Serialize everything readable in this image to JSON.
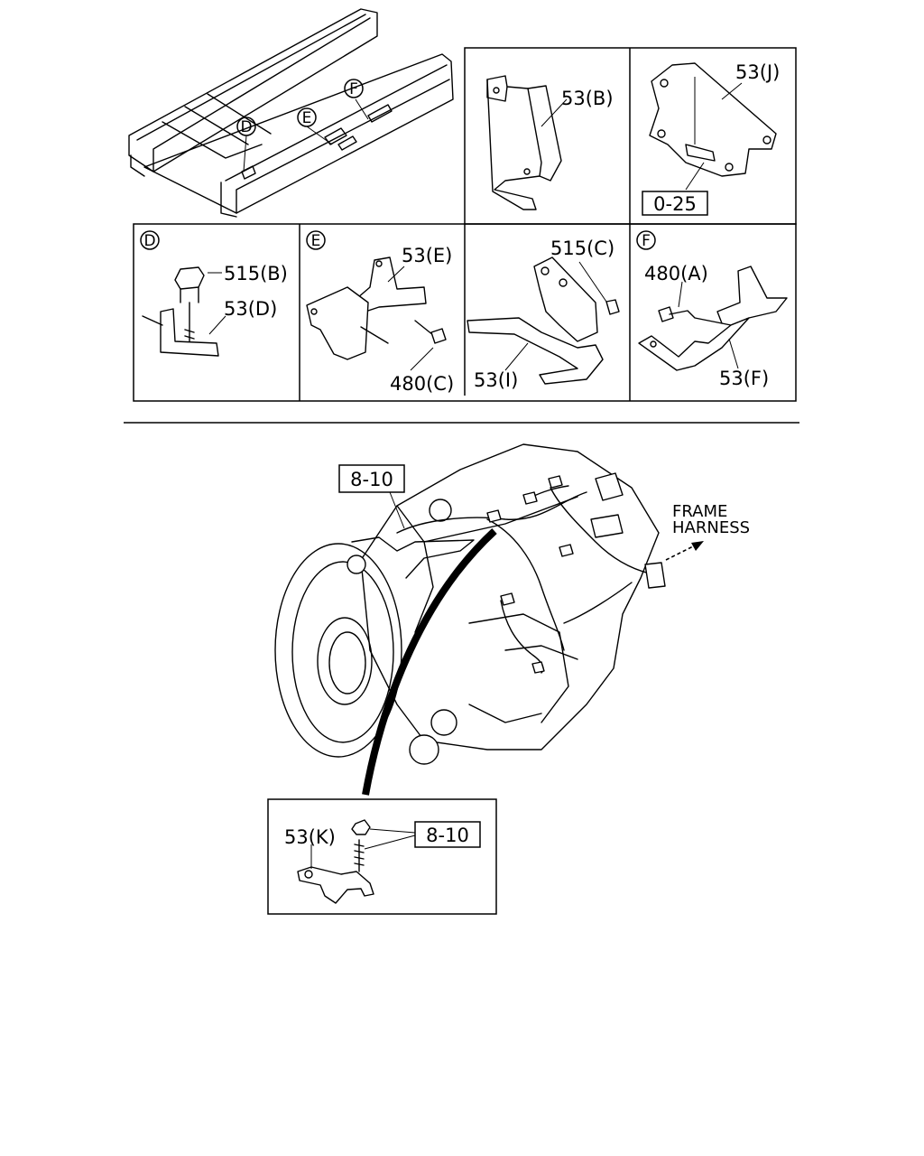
{
  "callouts": {
    "d_letter": "D",
    "e_letter": "E",
    "f_letter": "F"
  },
  "parts": {
    "p53b": "53(B)",
    "p53j": "53(J)",
    "p025": "0-25",
    "p515b": "515(B)",
    "p53d": "53(D)",
    "p53e": "53(E)",
    "p480c": "480(C)",
    "p515c": "515(C)",
    "p53i": "53(I)",
    "p480a": "480(A)",
    "p53f": "53(F)",
    "p810_top": "8-10",
    "p53k": "53(K)",
    "p810_bottom": "8-10"
  },
  "frame_harness": {
    "line1": "FRAME",
    "line2": "HARNESS"
  }
}
